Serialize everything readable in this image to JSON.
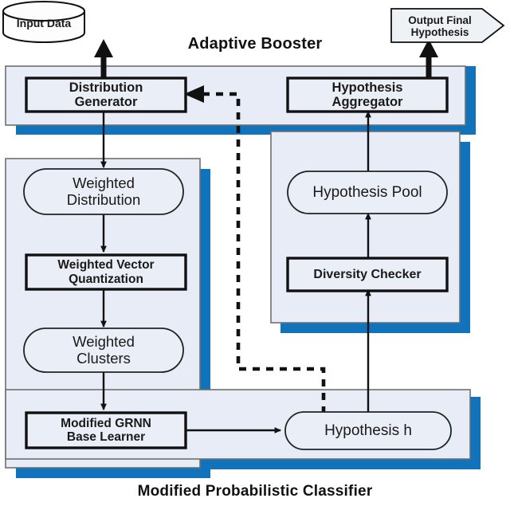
{
  "diagram": {
    "titles": {
      "top": "Adaptive Booster",
      "bottom": "Modified Probabilistic Classifier"
    },
    "terminators": [
      {
        "id": "input-data",
        "label": "Input Data",
        "shape": "cylinder"
      },
      {
        "id": "output-final-hypothesis",
        "label": "Output Final\nHypothesis",
        "line1": "Output Final",
        "line2": "Hypothesis",
        "shape": "arrow-pentagon"
      }
    ],
    "panels": [
      {
        "id": "adaptive-booster-panel",
        "name": "Adaptive Booster container"
      },
      {
        "id": "weighted-pipeline-panel",
        "name": "Weighted pipeline container"
      },
      {
        "id": "hypothesis-pipeline-panel",
        "name": "Hypothesis pipeline container"
      },
      {
        "id": "classifier-output-panel",
        "name": "Classifier output container"
      }
    ],
    "nodes": [
      {
        "id": "distribution-generator",
        "line1": "Distribution",
        "line2": "Generator",
        "shape": "process"
      },
      {
        "id": "hypothesis-aggregator",
        "line1": "Hypothesis",
        "line2": "Aggregator",
        "shape": "process"
      },
      {
        "id": "weighted-distribution",
        "line1": "Weighted",
        "line2": "Distribution",
        "shape": "stadium"
      },
      {
        "id": "weighted-vector-quantization",
        "line1": "Weighted Vector",
        "line2": "Quantization",
        "shape": "process"
      },
      {
        "id": "weighted-clusters",
        "line1": "Weighted",
        "line2": "Clusters",
        "shape": "stadium"
      },
      {
        "id": "modified-grnn-base-learner",
        "line1": "Modified GRNN",
        "line2": "Base Learner",
        "shape": "process"
      },
      {
        "id": "hypothesis-pool",
        "line1": "Hypothesis Pool",
        "line2": "",
        "shape": "stadium"
      },
      {
        "id": "diversity-checker",
        "line1": "Diversity Checker",
        "line2": "",
        "shape": "process"
      },
      {
        "id": "hypothesis-h",
        "line1": "Hypothesis h",
        "line2": "",
        "shape": "stadium"
      }
    ],
    "edges": [
      {
        "from": "distribution-generator",
        "to": "input-data",
        "style": "solid-thick"
      },
      {
        "from": "distribution-generator",
        "to": "weighted-distribution",
        "style": "solid"
      },
      {
        "from": "weighted-distribution",
        "to": "weighted-vector-quantization",
        "style": "solid"
      },
      {
        "from": "weighted-vector-quantization",
        "to": "weighted-clusters",
        "style": "solid"
      },
      {
        "from": "weighted-clusters",
        "to": "modified-grnn-base-learner",
        "style": "solid"
      },
      {
        "from": "modified-grnn-base-learner",
        "to": "hypothesis-h",
        "style": "solid"
      },
      {
        "from": "hypothesis-h",
        "to": "diversity-checker",
        "style": "solid"
      },
      {
        "from": "diversity-checker",
        "to": "hypothesis-pool",
        "style": "solid"
      },
      {
        "from": "hypothesis-pool",
        "to": "hypothesis-aggregator",
        "style": "solid"
      },
      {
        "from": "hypothesis-aggregator",
        "to": "output-final-hypothesis",
        "style": "solid-thick"
      },
      {
        "from": "hypothesis-h",
        "to": "distribution-generator",
        "style": "dashed-feedback"
      }
    ],
    "colors": {
      "panel_fill": "#e7ecf7",
      "panel_stroke": "#6f6f6f",
      "shadow_blue": "#1273bd",
      "node_fill": "#eaeef7",
      "node_stroke": "#111111",
      "text": "#1a1a1a",
      "background": "#ffffff"
    }
  }
}
